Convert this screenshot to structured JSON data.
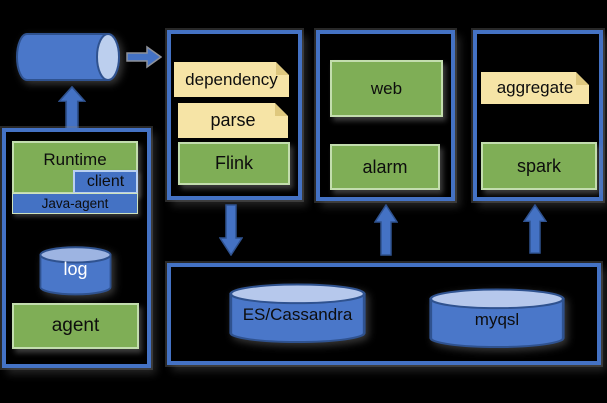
{
  "colors": {
    "background": "#000000",
    "box_border_blue": "#4472c4",
    "shape_blue": "#4472c4",
    "shape_blue_light": "#b3c6eb",
    "shape_green": "#7fae56",
    "note_yellow": "#f6e4a6",
    "text_dark": "#0d0d0d",
    "text_light": "#ffffff"
  },
  "agent_box": {
    "runtime_label": "Runtime",
    "client_label": "client",
    "java_agent_label": "Java-agent",
    "log_label": "log",
    "agent_label": "agent"
  },
  "stream_box": {
    "dependency_label": "dependency",
    "parse_label": "parse",
    "flink_label": "Flink"
  },
  "web_box": {
    "web_label": "web",
    "alarm_label": "alarm"
  },
  "aggregate_box": {
    "aggregate_label": "aggregate",
    "spark_label": "spark"
  },
  "storage_box": {
    "es_label": "ES/Cassandra",
    "mysql_label": "myqsl"
  }
}
